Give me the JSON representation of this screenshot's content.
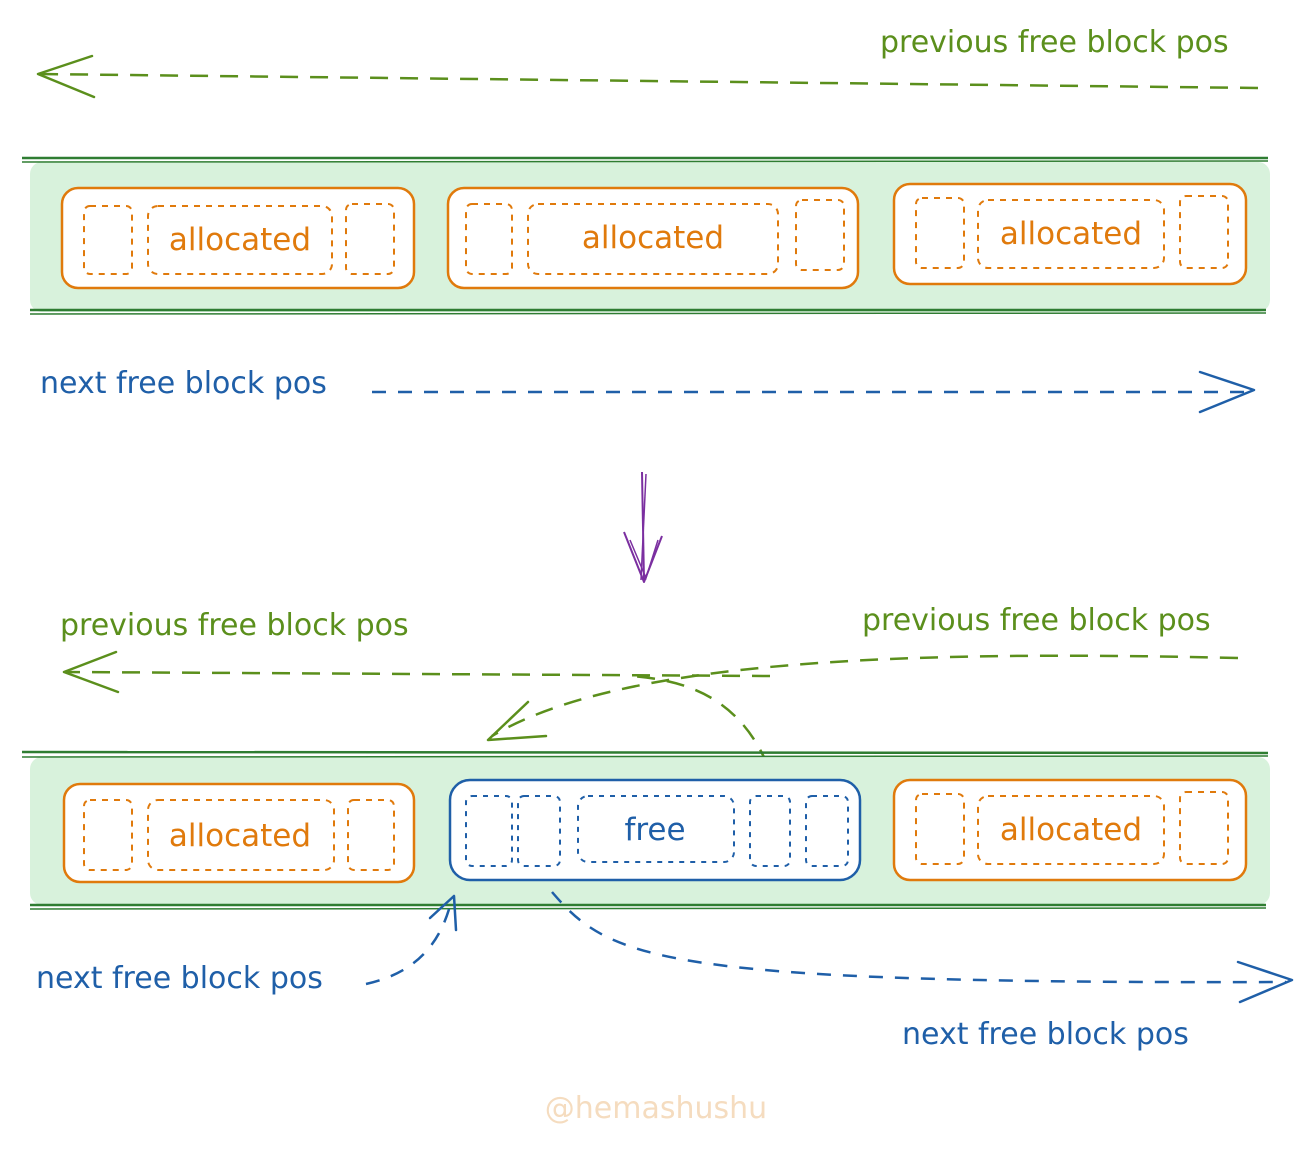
{
  "colors": {
    "green": "#5b8f1c",
    "dark_green": "#2f7d32",
    "band_fill": "#d8f2dc",
    "orange": "#e07a0c",
    "blue": "#1f5fa8",
    "purple": "#7b2fa0",
    "watermark": "#f5dcbf"
  },
  "top": {
    "prev_label": "previous free block pos",
    "next_label": "next free block pos",
    "blocks": [
      {
        "state": "allocated",
        "label": "allocated"
      },
      {
        "state": "allocated",
        "label": "allocated"
      },
      {
        "state": "allocated",
        "label": "allocated"
      }
    ]
  },
  "bottom": {
    "prev_label_left": "previous free block pos",
    "prev_label_right": "previous free block pos",
    "next_label_left": "next free block pos",
    "next_label_right": "next free block pos",
    "blocks": [
      {
        "state": "allocated",
        "label": "allocated"
      },
      {
        "state": "free",
        "label": "free"
      },
      {
        "state": "allocated",
        "label": "allocated"
      }
    ]
  },
  "watermark": "@hemashushu"
}
